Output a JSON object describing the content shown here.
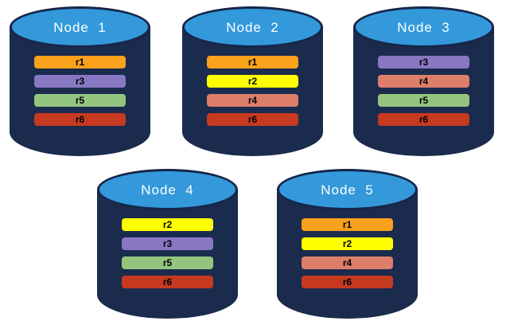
{
  "diagram": {
    "background": "#FFFFFF",
    "cylinder": {
      "body_color": "#1B2B4E",
      "top_color": "#3399DB",
      "outline_color": "#16264A",
      "label_color": "#FFFFFF"
    },
    "replica_text_color": "#000000",
    "replica_colors": {
      "r1": "#F9A11B",
      "r2": "#FFFF00",
      "r3": "#8878C3",
      "r4": "#DD7E6B",
      "r5": "#93C57F",
      "r6": "#C53A21"
    },
    "nodes": [
      {
        "label": "Node  1",
        "replicas": [
          "r1",
          "r3",
          "r5",
          "r6"
        ]
      },
      {
        "label": "Node  2",
        "replicas": [
          "r1",
          "r2",
          "r4",
          "r6"
        ]
      },
      {
        "label": "Node  3",
        "replicas": [
          "r3",
          "r4",
          "r5",
          "r6"
        ]
      },
      {
        "label": "Node  4",
        "replicas": [
          "r2",
          "r3",
          "r5",
          "r6"
        ]
      },
      {
        "label": "Node  5",
        "replicas": [
          "r1",
          "r2",
          "r4",
          "r6"
        ]
      }
    ]
  }
}
